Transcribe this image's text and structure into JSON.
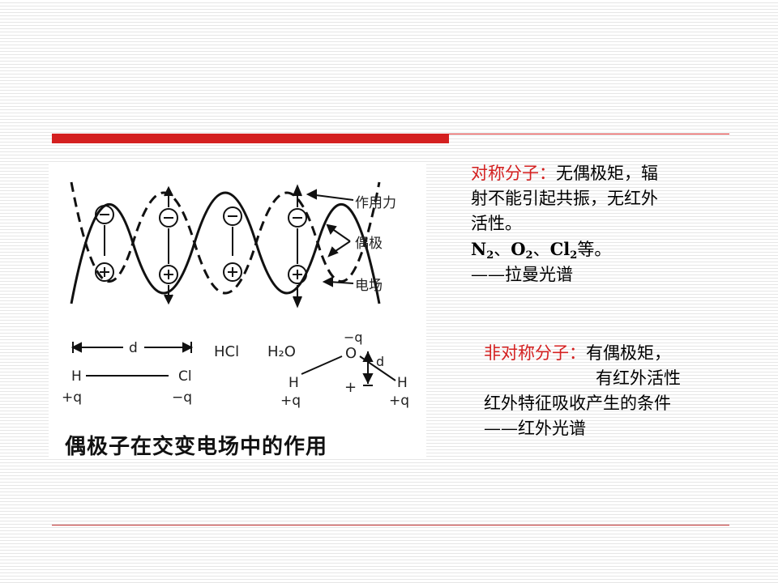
{
  "figure": {
    "labels": {
      "force": "作用力",
      "dipole": "偶极",
      "field": "电场",
      "d": "d",
      "hcl": "HCl",
      "h2o": "H₂O",
      "h1": "H",
      "cl": "Cl",
      "plus_q_1": "+q",
      "minus_q_1": "−q",
      "minus_q_2": "−q",
      "o": "O",
      "d2": "d",
      "h2": "H",
      "h3": "H",
      "plus_q_2": "+q",
      "plus_sign": "+",
      "plus_q_3": "+q"
    },
    "caption": "偶极子在交变电场中的作用"
  },
  "symmetric": {
    "title": "对称分子：",
    "line1_rest": "无偶极矩，辐",
    "line2": "射不能引起共振，无红外",
    "line3": "活性。",
    "n": "N",
    "n_sub": "2",
    "sep1": "、",
    "o": "O",
    "o_sub": "2",
    "sep2": "、",
    "cl": "Cl",
    "cl_sub": "2",
    "tail": "等。",
    "raman": "——拉曼光谱"
  },
  "asymmetric": {
    "title": "非对称分子：",
    "line1_rest": "有偶极矩，",
    "line2": "有红外活性",
    "line3": "红外特征吸收产生的条件",
    "ir": "——红外光谱"
  }
}
